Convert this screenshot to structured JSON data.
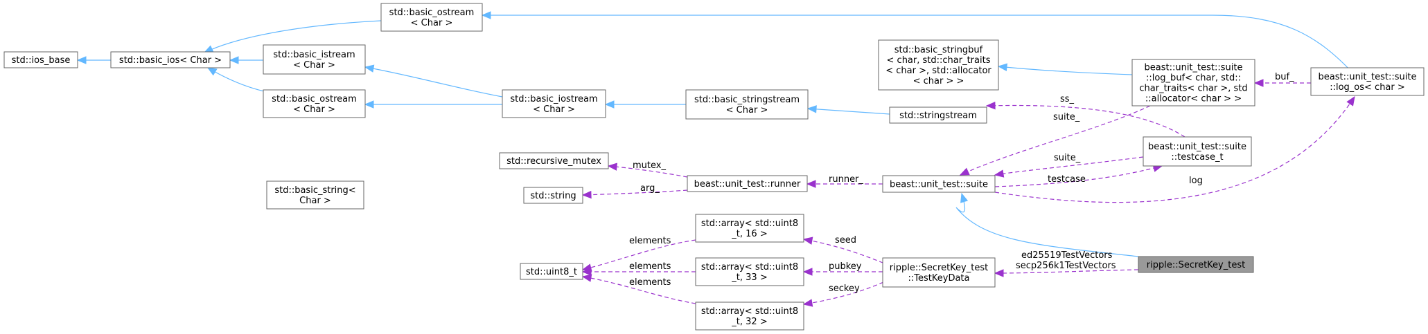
{
  "colors": {
    "inheritance": "#63b8ff",
    "usage": "#9a32cd",
    "node_border": "#666666",
    "highlight_fill": "#999999"
  },
  "nodes": {
    "ios_base": [
      "std::ios_base"
    ],
    "basic_ios": [
      "std::basic_ios< Char >"
    ],
    "basic_ostream_top": [
      "std::basic_ostream",
      "< Char >"
    ],
    "basic_istream": [
      "std::basic_istream",
      "< Char >"
    ],
    "basic_ostream_mid": [
      "std::basic_ostream",
      "< Char >"
    ],
    "basic_iostream": [
      "std::basic_iostream",
      "< Char >"
    ],
    "basic_stringstream": [
      "std::basic_stringstream",
      "< Char >"
    ],
    "stringstream": [
      "std::stringstream"
    ],
    "basic_stringbuf": [
      "std::basic_stringbuf",
      "< char, std::char_traits",
      "< char >, std::allocator",
      "< char > >"
    ],
    "log_buf": [
      "beast::unit_test::suite",
      "::log_buf< char, std::",
      "char_traits< char >, std",
      "::allocator< char > >"
    ],
    "log_os": [
      "beast::unit_test::suite",
      "::log_os< char >"
    ],
    "testcase_t": [
      "beast::unit_test::suite",
      "::testcase_t"
    ],
    "suite": [
      "beast::unit_test::suite"
    ],
    "runner": [
      "beast::unit_test::runner"
    ],
    "recursive_mutex": [
      "std::recursive_mutex"
    ],
    "basic_string": [
      "std::basic_string<",
      "Char >"
    ],
    "string": [
      "std::string"
    ],
    "array16": [
      "std::array< std::uint8",
      "_t, 16 >"
    ],
    "array33": [
      "std::array< std::uint8",
      "_t, 33 >"
    ],
    "array32": [
      "std::array< std::uint8",
      "_t, 32 >"
    ],
    "uint8": [
      "std::uint8_t"
    ],
    "testkeydata": [
      "ripple::SecretKey_test",
      "::TestKeyData"
    ],
    "secretkey_test": [
      "ripple::SecretKey_test"
    ]
  },
  "edge_labels": {
    "buf": "buf_",
    "ss": "ss_",
    "suite_from_log_buf": "suite_",
    "suite_from_testcase": "suite_",
    "testcase": "testcase",
    "log": "log",
    "mutex": "mutex_",
    "arg": "arg_",
    "runner": "runner_",
    "seed": "seed",
    "pubkey": "pubkey",
    "seckey": "seckey",
    "elements_16": "elements",
    "elements_33": "elements",
    "elements_32": "elements",
    "test_vectors_1": "ed25519TestVectors",
    "test_vectors_2": "secp256k1TestVectors"
  }
}
